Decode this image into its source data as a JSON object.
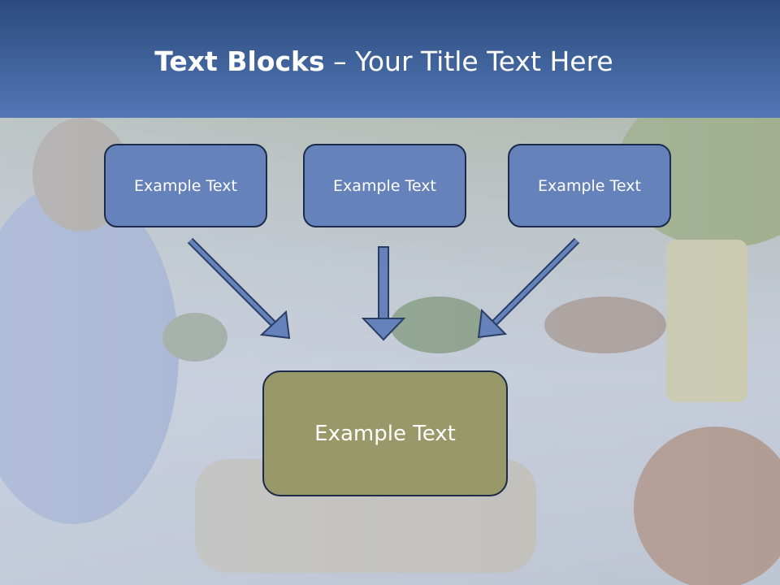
{
  "title": {
    "bold": "Text Blocks",
    "dash": " – ",
    "rest": "Your Title Text Here"
  },
  "boxes": {
    "top": [
      {
        "label": "Example Text"
      },
      {
        "label": "Example Text"
      },
      {
        "label": "Example Text"
      }
    ],
    "center": {
      "label": "Example Text"
    }
  },
  "colors": {
    "header": "#3d5f96",
    "box_fill": "#6582ba",
    "center_fill": "#989868",
    "box_border": "#1c2b4a",
    "arrow_fill": "#6582ba"
  }
}
